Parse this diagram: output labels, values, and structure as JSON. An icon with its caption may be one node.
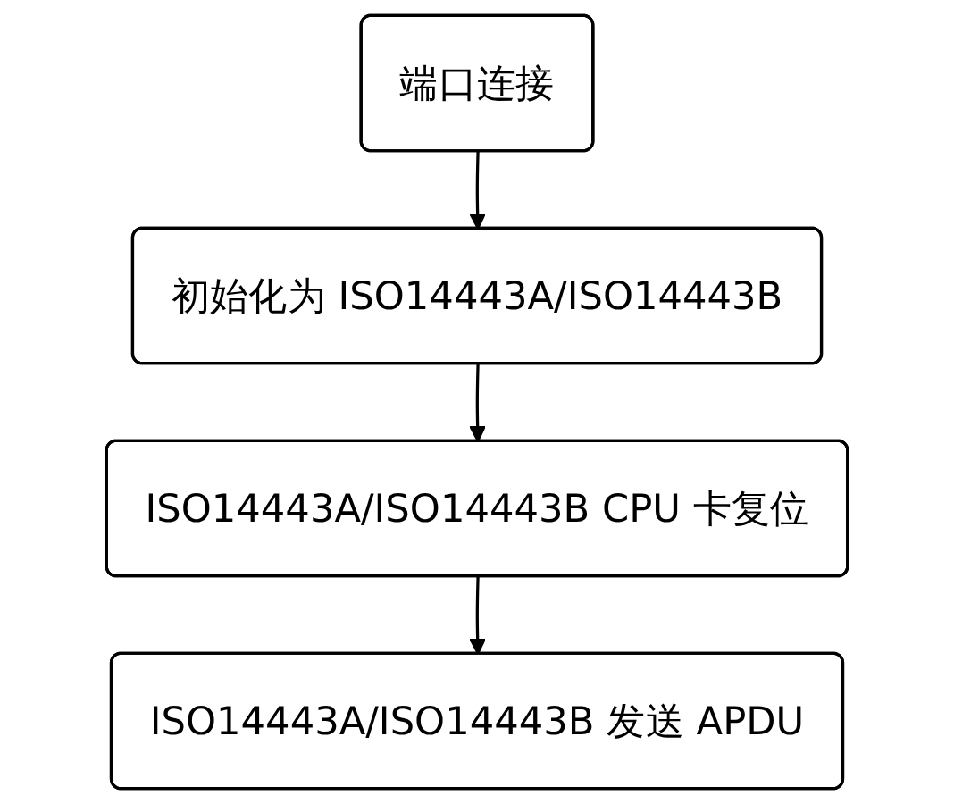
{
  "diagram": {
    "nodes": [
      {
        "text": [
          "端口连接"
        ]
      },
      {
        "text": [
          "初始化为 ISO14443A/ISO14443B"
        ]
      },
      {
        "text": [
          "ISO14443A/ISO14443B CPU 卡复位"
        ]
      },
      {
        "text": [
          "ISO14443A/ISO14443B 发送 APDU"
        ]
      }
    ],
    "edges": [
      {
        "from": 0,
        "to": 1,
        "arrow": "to"
      },
      {
        "from": 1,
        "to": 2,
        "arrow": "to"
      },
      {
        "from": 2,
        "to": 3,
        "arrow": "to"
      }
    ]
  }
}
